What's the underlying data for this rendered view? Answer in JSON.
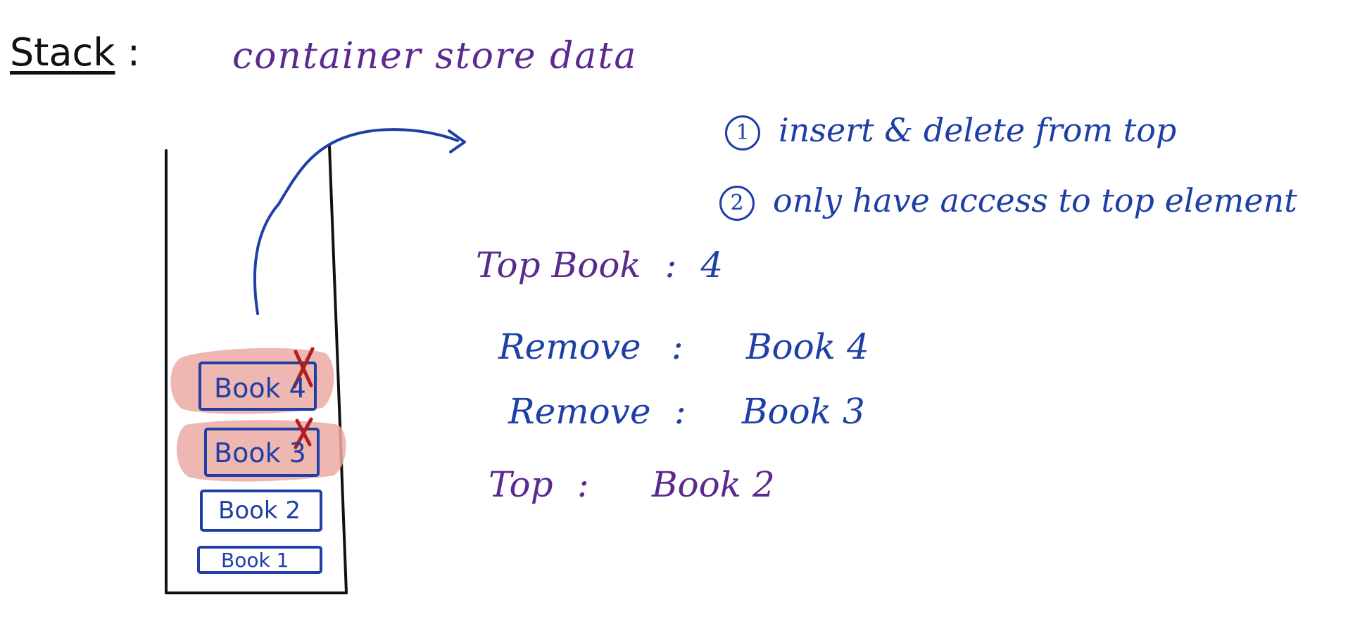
{
  "colors": {
    "ink_blue": "#1e3fa6",
    "ink_purple": "#5b2a8e",
    "ink_black": "#111111",
    "highlight": "#ecaaa3",
    "cross": "#b01e1e"
  },
  "heading": {
    "title": "Stack",
    "separator": ":",
    "definition": "container store data"
  },
  "rules": [
    {
      "number": "1",
      "text": "insert & delete from top"
    },
    {
      "number": "2",
      "text": "only have access to top element"
    }
  ],
  "operations": {
    "top_book": {
      "label": "Top Book",
      "separator": ":",
      "value": "4"
    },
    "remove_1": {
      "label": "Remove",
      "separator": ":",
      "value": "Book 4"
    },
    "remove_2": {
      "label": "Remove",
      "separator": ":",
      "value": "Book 3"
    },
    "top_final": {
      "label": "Top",
      "separator": ":",
      "value": "Book 2"
    }
  },
  "stack": {
    "books": [
      {
        "label": "Book 4",
        "removed": true
      },
      {
        "label": "Book 3",
        "removed": true
      },
      {
        "label": "Book 2",
        "removed": false
      },
      {
        "label": "Book 1",
        "removed": false
      }
    ]
  }
}
